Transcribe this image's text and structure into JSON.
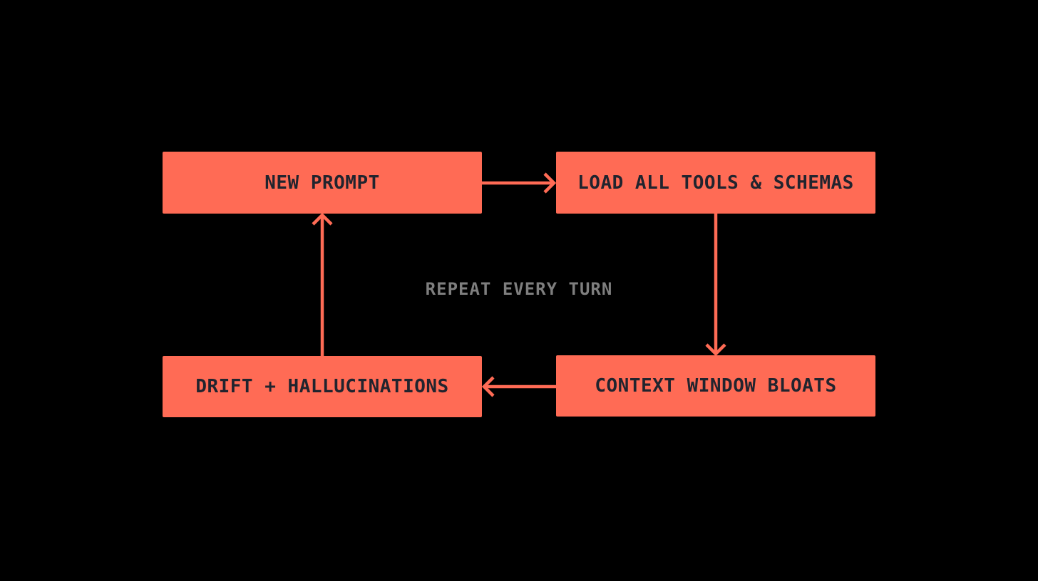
{
  "diagram": {
    "center_label": "REPEAT EVERY TURN",
    "nodes": [
      {
        "id": "new-prompt",
        "label": "NEW PROMPT"
      },
      {
        "id": "load-tools",
        "label": "LOAD ALL TOOLS & SCHEMAS"
      },
      {
        "id": "context-bloats",
        "label": "CONTEXT WINDOW BLOATS"
      },
      {
        "id": "drift",
        "label": "DRIFT + HALLUCINATIONS"
      }
    ],
    "arrows": [
      {
        "from": "new-prompt",
        "to": "load-tools",
        "direction": "right"
      },
      {
        "from": "load-tools",
        "to": "context-bloats",
        "direction": "down"
      },
      {
        "from": "context-bloats",
        "to": "drift",
        "direction": "left"
      },
      {
        "from": "drift",
        "to": "new-prompt",
        "direction": "up"
      }
    ],
    "colors": {
      "background": "#000000",
      "node_fill": "#FF6B55",
      "node_text": "#21242E",
      "label_text": "#7E7E7E",
      "arrow": "#FF6B55"
    }
  }
}
